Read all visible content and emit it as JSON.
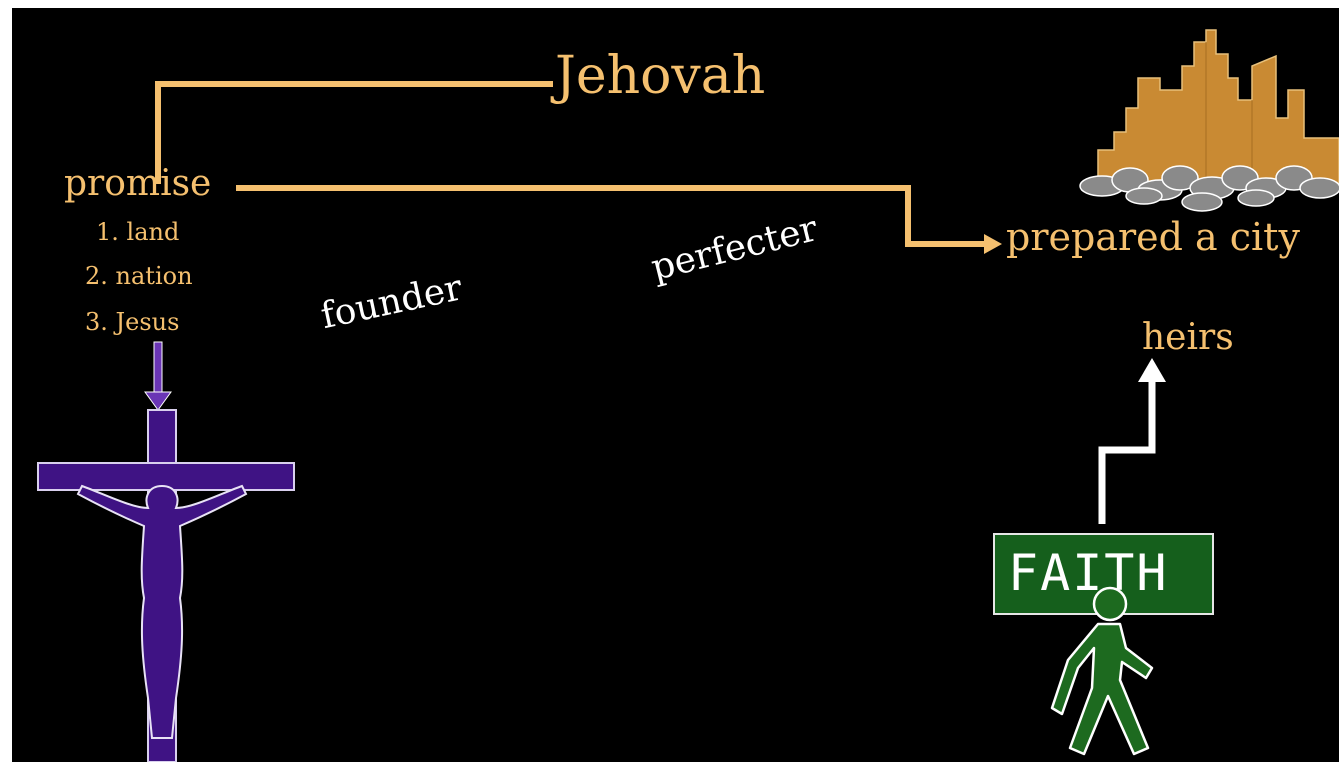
{
  "labels": {
    "jehovah": "Jehovah",
    "promise": "promise",
    "promise_items": [
      "1. land",
      "2. nation",
      "3. Jesus"
    ],
    "founder": "founder",
    "perfecter": "perfecter",
    "prepared_city": "prepared a city",
    "heirs": "heirs",
    "faith": "FAITH"
  },
  "colors": {
    "background": "#000000",
    "gold_text": "#f5c06f",
    "cross_purple": "#3f1384",
    "city_orange": "#c98a33",
    "faith_green": "#155f1c",
    "walker_green": "#1d6a1f"
  },
  "icons": {
    "cross": "crucifix-icon",
    "city": "city-skyline-icon",
    "walker": "walking-person-icon"
  }
}
